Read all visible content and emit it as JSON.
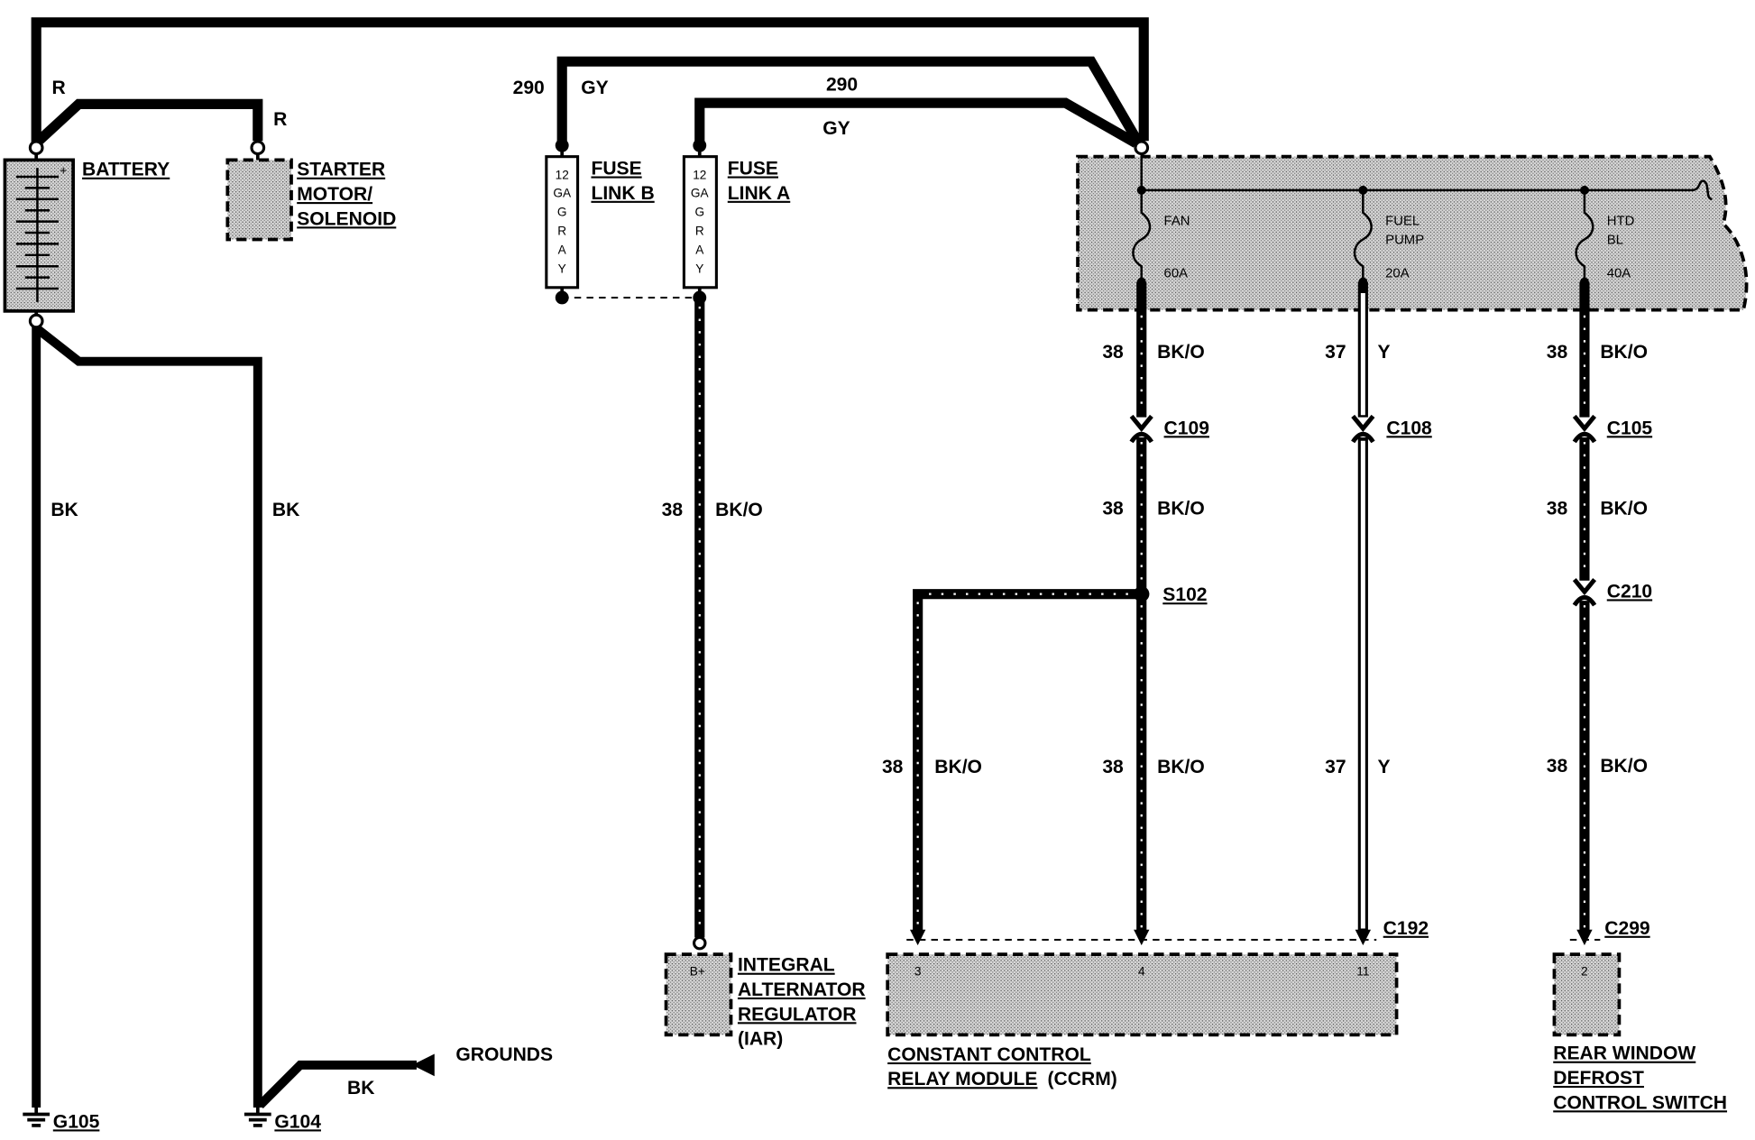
{
  "battery": {
    "label": "BATTERY",
    "positive_mark": "+",
    "feed_wire_color": "R"
  },
  "starter": {
    "label_lines": [
      "STARTER",
      "MOTOR/",
      "SOLENOID"
    ],
    "feed_wire_color": "R"
  },
  "ground_wires": {
    "left_color": "BK",
    "right_color": "BK",
    "grounds_label": "GROUNDS",
    "grounds_wire_color": "BK",
    "ground_points": [
      "G105",
      "G104"
    ]
  },
  "fuse_link_b": {
    "label_lines": [
      "FUSE",
      "LINK B"
    ],
    "gauge_text": [
      "12",
      "GA",
      "G",
      "R",
      "A",
      "Y"
    ],
    "circuit": "290",
    "wire_color": "GY"
  },
  "fuse_link_a": {
    "label_lines": [
      "FUSE",
      "LINK A"
    ],
    "gauge_text": [
      "12",
      "GA",
      "G",
      "R",
      "A",
      "Y"
    ],
    "circuit": "290",
    "wire_color": "GY"
  },
  "alternator_feed": {
    "circuit": "38",
    "wire_color": "BK/O"
  },
  "alternator": {
    "label_lines": [
      "INTEGRAL",
      "ALTERNATOR",
      "REGULATOR"
    ],
    "abbreviation": "(IAR)",
    "pin": "B+"
  },
  "fuse_box": {
    "fuses": [
      {
        "name_lines": [
          "FAN"
        ],
        "rating": "60A"
      },
      {
        "name_lines": [
          "FUEL",
          "PUMP"
        ],
        "rating": "20A"
      },
      {
        "name_lines": [
          "HTD",
          "BL"
        ],
        "rating": "40A"
      }
    ]
  },
  "fan_circuit": {
    "segments": [
      {
        "circuit": "38",
        "wire_color": "BK/O"
      },
      {
        "circuit": "38",
        "wire_color": "BK/O"
      },
      {
        "circuit": "38",
        "wire_color": "BK/O"
      }
    ],
    "inline_connector": "C109",
    "splice": "S102",
    "branch": {
      "circuit": "38",
      "wire_color": "BK/O"
    }
  },
  "fuel_pump_circuit": {
    "segments": [
      {
        "circuit": "37",
        "wire_color": "Y"
      },
      {
        "circuit": "37",
        "wire_color": "Y"
      }
    ],
    "inline_connector": "C108"
  },
  "htd_bl_circuit": {
    "segments": [
      {
        "circuit": "38",
        "wire_color": "BK/O"
      },
      {
        "circuit": "38",
        "wire_color": "BK/O"
      },
      {
        "circuit": "38",
        "wire_color": "BK/O"
      }
    ],
    "inline_connectors": [
      "C105",
      "C210"
    ],
    "end_connector": "C299"
  },
  "ccrm": {
    "label_lines": [
      "CONSTANT CONTROL",
      "RELAY MODULE"
    ],
    "abbreviation": "(CCRM)",
    "connector": "C192",
    "pins": [
      "3",
      "4",
      "11"
    ]
  },
  "rear_defrost_switch": {
    "label_lines": [
      "REAR WINDOW",
      "DEFROST",
      "CONTROL SWITCH"
    ],
    "pin": "2"
  },
  "colors": {
    "ink": "#000000",
    "paper": "#ffffff",
    "shading": "#d6d6d6"
  }
}
